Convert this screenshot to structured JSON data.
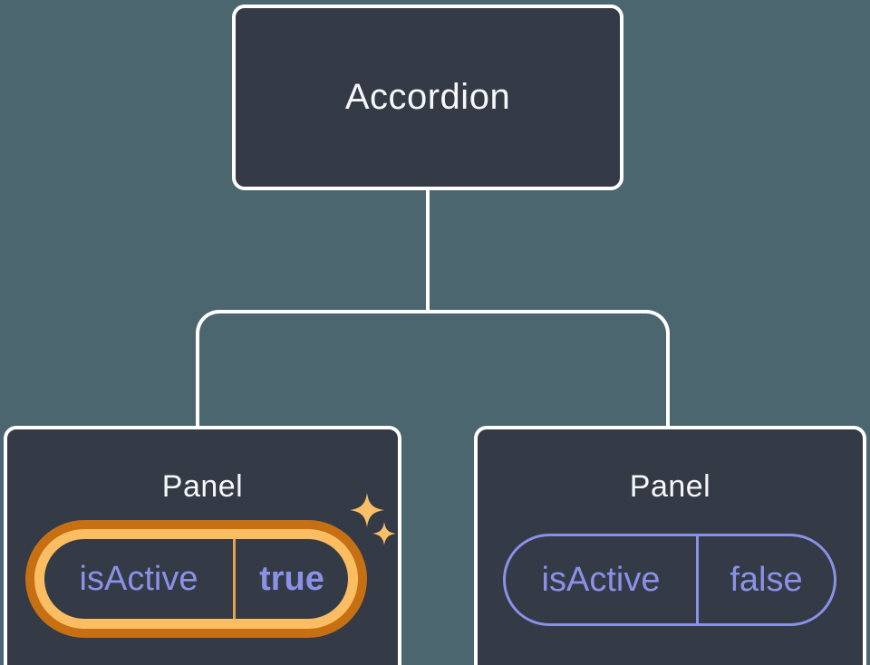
{
  "diagram": {
    "root": {
      "label": "Accordion"
    },
    "panels": [
      {
        "title": "Panel",
        "prop": "isActive",
        "value": "true",
        "active": true
      },
      {
        "title": "Panel",
        "prop": "isActive",
        "value": "false",
        "active": false
      }
    ]
  },
  "colors": {
    "background": "#4C666F",
    "node_fill": "#343A46",
    "node_border": "#FFFFFF",
    "text_primary": "#F6F7F9",
    "state_text_purple": "#8A92E8",
    "active_ring_outer": "#C77013",
    "active_ring_inner": "#FABD62",
    "active_divider": "#E2A250",
    "sparkle": "#F9C066"
  },
  "icons": {
    "sparkle_large": "sparkle-icon",
    "sparkle_small": "sparkle-icon"
  }
}
